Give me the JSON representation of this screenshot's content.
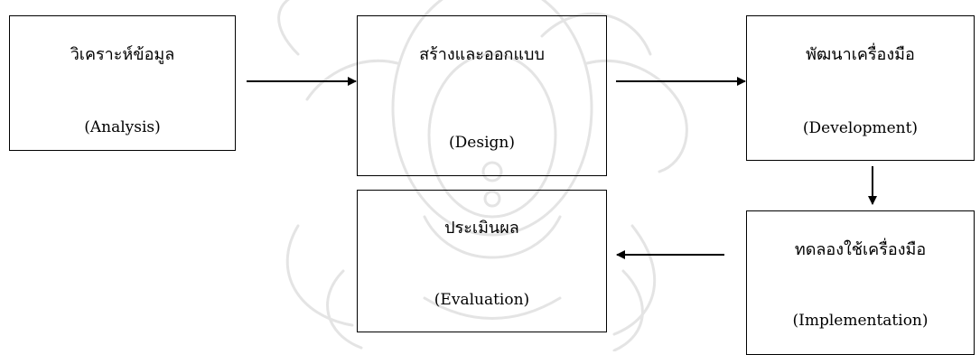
{
  "diagram": {
    "nodes": [
      {
        "id": "analysis",
        "label_th": "วิเคราะห์ข้อมูล",
        "label_en": "(Analysis)"
      },
      {
        "id": "design",
        "label_th": "สร้างและออกแบบ",
        "label_en": "(Design)"
      },
      {
        "id": "development",
        "label_th": "พัฒนาเครื่องมือ",
        "label_en": "(Development)"
      },
      {
        "id": "implementation",
        "label_th": "ทดลองใช้เครื่องมือ",
        "label_en": "(Implementation)"
      },
      {
        "id": "evaluation",
        "label_th": "ประเมินผล",
        "label_en": "(Evaluation)"
      }
    ],
    "edges": [
      {
        "from": "analysis",
        "to": "design"
      },
      {
        "from": "design",
        "to": "development"
      },
      {
        "from": "development",
        "to": "implementation"
      },
      {
        "from": "implementation",
        "to": "evaluation"
      }
    ]
  },
  "colors": {
    "stroke": "#000000",
    "watermark": "#e6e6e6"
  }
}
